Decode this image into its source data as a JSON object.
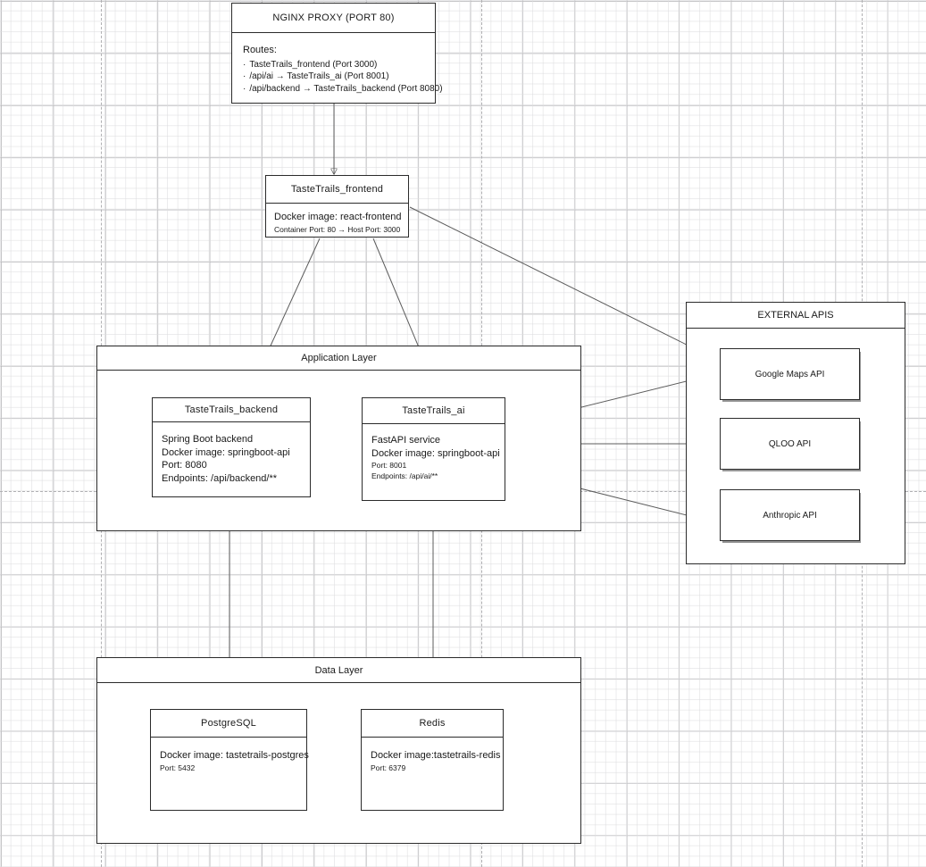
{
  "diagram": {
    "title": "TasteTrails deployment architecture",
    "edge_color": "#5c5c5c",
    "node_border_color": "#2b2b2b",
    "background_color": "#ffffff"
  },
  "nginx": {
    "header": "NGINX PROXY (PORT 80)",
    "routes_label": "Routes:",
    "routes": [
      "TasteTrails_frontend (Port 3000)",
      "/api/ai → TasteTrails_ai (Port 8001)",
      "/api/backend → TasteTrails_backend (Port 8080)"
    ]
  },
  "frontend": {
    "header": "TasteTrails_frontend",
    "lines": [
      "Docker image: react-frontend"
    ],
    "small_lines": [
      "Container Port: 80  → Host Port: 3000"
    ]
  },
  "application_layer": {
    "header": "Application Layer",
    "nodes": [
      {
        "header": "TasteTrails_backend",
        "lines": [
          "Spring Boot backend",
          "Docker image: springboot-api",
          "Port: 8080",
          "Endpoints: /api/backend/**"
        ],
        "small_lines": []
      },
      {
        "header": "TasteTrails_ai",
        "lines": [
          "FastAPI service",
          "Docker image: springboot-api"
        ],
        "small_lines": [
          "Port: 8001",
          "Endpoints: /api/ai/**"
        ]
      }
    ]
  },
  "data_layer": {
    "header": "Data Layer",
    "nodes": [
      {
        "header": "PostgreSQL",
        "lines": [
          "Docker image: tastetrails-postgres"
        ],
        "small_lines": [
          "Port: 5432"
        ]
      },
      {
        "header": "Redis",
        "lines": [
          "Docker image:tastetrails-redis"
        ],
        "small_lines": [
          "Port: 6379"
        ]
      }
    ]
  },
  "external_apis": {
    "header": "EXTERNAL APIS",
    "nodes": [
      {
        "label": "Google Maps API"
      },
      {
        "label": "QLOO API"
      },
      {
        "label": "Anthropic API"
      }
    ]
  }
}
